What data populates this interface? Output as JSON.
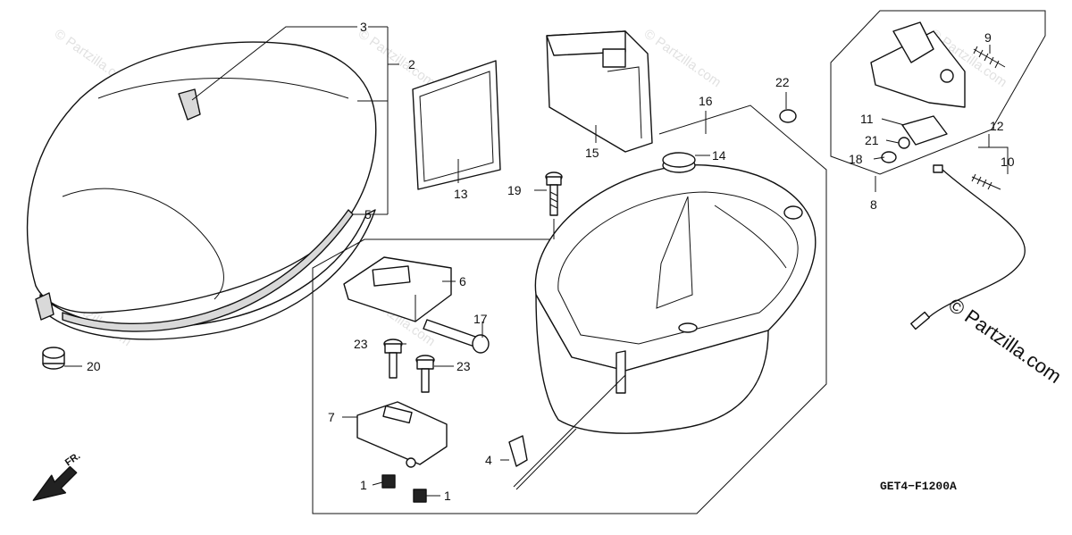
{
  "diagram": {
    "code": "GET4−F1200A",
    "front_label": "FR.",
    "watermark": "© Partzilla.com",
    "site_mark": "© Partzilla.com",
    "callouts": [
      "1",
      "2",
      "3",
      "4",
      "5",
      "6",
      "7",
      "8",
      "9",
      "10",
      "11",
      "12",
      "13",
      "14",
      "15",
      "16",
      "17",
      "18",
      "19",
      "20",
      "21",
      "22",
      "23"
    ]
  }
}
